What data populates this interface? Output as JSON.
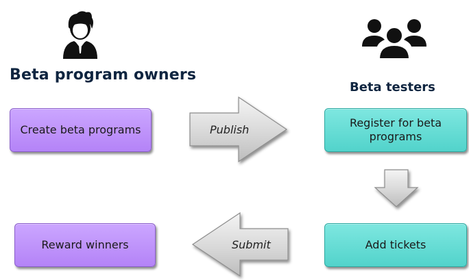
{
  "owners": {
    "heading": "Beta program owners",
    "icon": "single-user-icon",
    "create_box": "Create beta programs",
    "reward_box": "Reward winners"
  },
  "testers": {
    "heading": "Beta testers",
    "icon": "user-group-icon",
    "register_box": "Register for beta programs",
    "tickets_box": "Add tickets"
  },
  "arrows": {
    "publish": "Publish",
    "submit": "Submit",
    "down": "down-arrow-icon"
  },
  "colors": {
    "heading": "#0f2540",
    "purple_box": "#c49bfb",
    "teal_box": "#66dcd4",
    "arrow_fill": "#d9d9d9"
  }
}
